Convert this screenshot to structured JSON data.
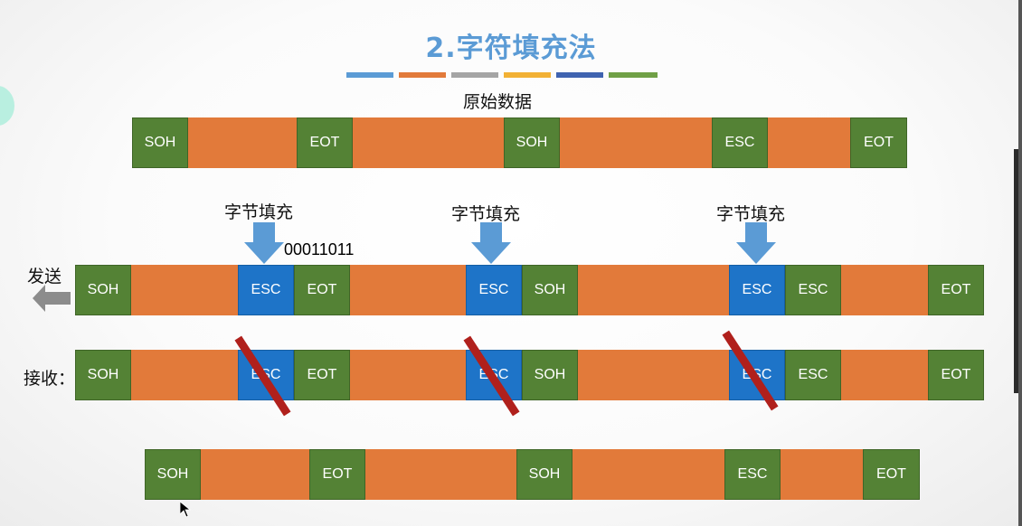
{
  "title": "2.字符填充法",
  "colors": {
    "green": "#548235",
    "orange": "#e27a3a",
    "blue": "#1e74c8",
    "title": "#5b9bd5",
    "strike": "#b0201c",
    "bars": [
      "#5b9bd5",
      "#e27a3a",
      "#a5a5a5",
      "#f2b134",
      "#3f63b0",
      "#70a046"
    ]
  },
  "labels": {
    "original": "原始数据",
    "stuffing_1": "字节填充",
    "stuffing_2": "字节填充",
    "stuffing_3": "字节填充",
    "binary": "00011011",
    "send": "发送",
    "receive": "接收："
  },
  "frames": {
    "original": [
      "SOH",
      "",
      "EOT",
      "",
      "SOH",
      "",
      "ESC",
      "",
      "EOT"
    ],
    "sent": [
      "SOH",
      "",
      "ESC",
      "EOT",
      "",
      "ESC",
      "SOH",
      "",
      "ESC",
      "ESC",
      "",
      "EOT"
    ],
    "received": [
      "SOH",
      "",
      "ESC",
      "EOT",
      "",
      "ESC",
      "SOH",
      "",
      "ESC",
      "ESC",
      "",
      "EOT"
    ],
    "restored": [
      "SOH",
      "",
      "EOT",
      "",
      "SOH",
      "",
      "ESC",
      "",
      "EOT"
    ]
  }
}
